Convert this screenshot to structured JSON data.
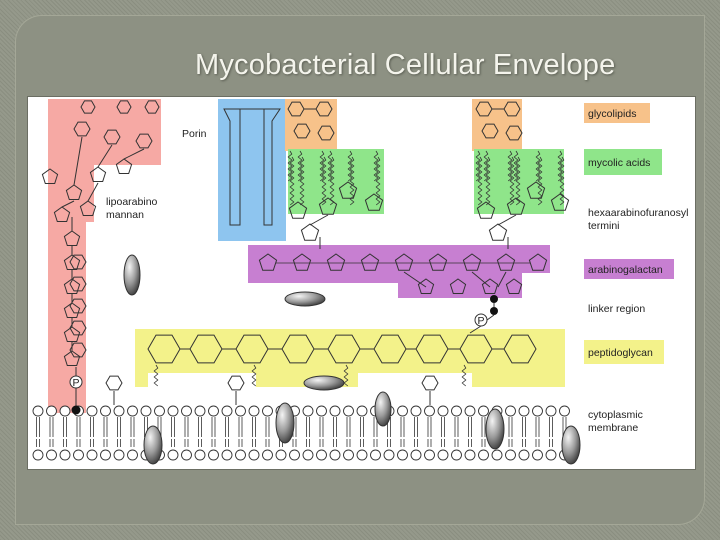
{
  "slide": {
    "title": "Mycobacterial Cellular Envelope"
  },
  "diagram": {
    "labels": {
      "porin": "Porin",
      "lipoarabinomannan_line1": "lipoarabino",
      "lipoarabinomannan_line2": "mannan",
      "glycolipids": "glycolipids",
      "mycolic_acids": "mycolic acids",
      "hexaarabinofuranosyl_line1": "hexaarabinofuranosyl",
      "hexaarabinofuranosyl_line2": "termini",
      "arabinogalactan": "arabinogalactan",
      "linker_region": "linker region",
      "peptidoglycan": "peptidoglycan",
      "cytoplasmic_membrane_line1": "cytoplasmic",
      "cytoplasmic_membrane_line2": "membrane",
      "phosphate_symbol": "P"
    },
    "colors": {
      "lipoarabinomannan": "#f6a9a4",
      "porin": "#8ec5ef",
      "glycolipids": "#f7c28a",
      "mycolic_acids": "#8fe58a",
      "arabinogalactan": "#c77fd1",
      "peptidoglycan": "#f3f28a",
      "proteins": "#8e8e8e"
    }
  }
}
